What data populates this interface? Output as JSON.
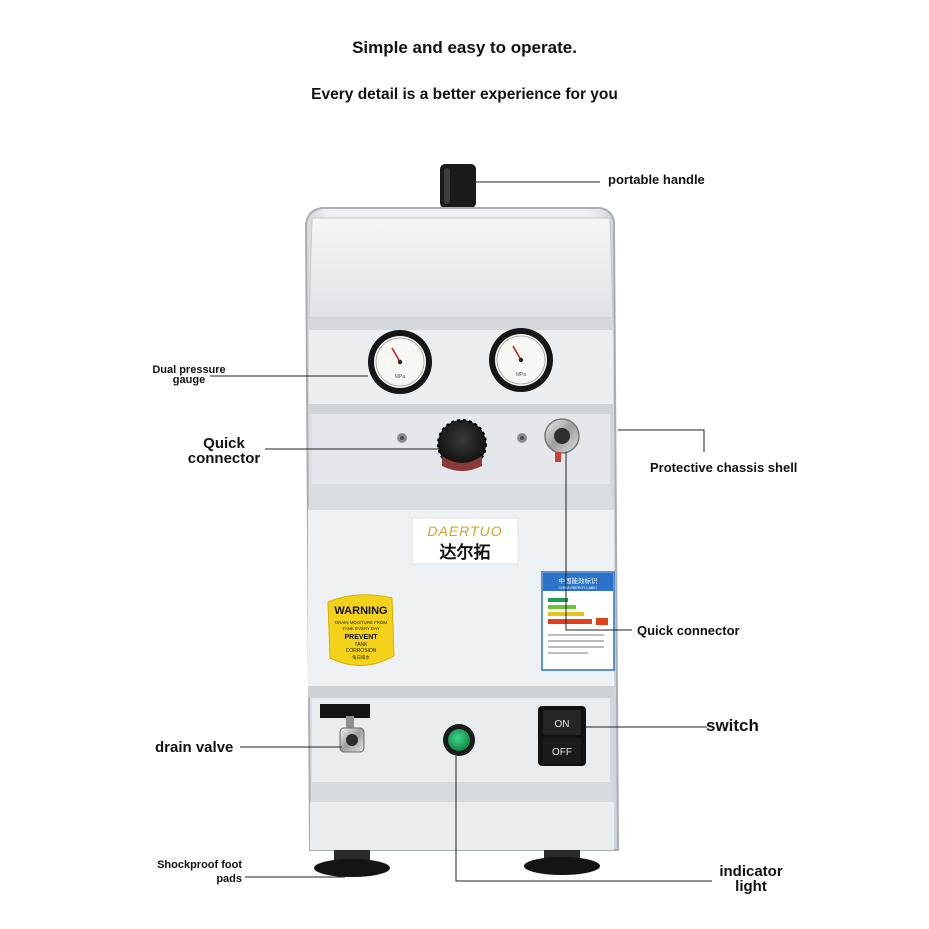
{
  "heading": {
    "line1": "Simple and easy to operate.",
    "line2": "Every detail is a better experience for you"
  },
  "callouts": {
    "portable_handle": "portable handle",
    "dual_pressure_1": "Dual pressure",
    "dual_pressure_2": "gauge",
    "quick_connector_left_1": "Quick",
    "quick_connector_left_2": "connector",
    "protective_shell": "Protective chassis shell",
    "quick_connector_right": "Quick connector",
    "switch": "switch",
    "drain_valve": "drain valve",
    "shockproof_1": "Shockproof foot",
    "shockproof_2": "pads",
    "indicator_1": "indicator",
    "indicator_2": "light"
  },
  "device": {
    "brand_latin": "DAERTUO",
    "brand_cn": "达尔拓",
    "warning_title": "WARNING",
    "warning_line1": "DRAIN MOISTURE FROM",
    "warning_line2": "TANK EVERY DAY",
    "warning_line3": "PREVENT",
    "warning_line4": "TANK",
    "warning_line5": "CORROSION",
    "warning_line6": "每日排水",
    "energy_label_title": "中国能效标识",
    "energy_label_sub": "CHINA ENERGY LABEL",
    "switch_on": "ON",
    "switch_off": "OFF"
  },
  "colors": {
    "body": "#e9ecef",
    "panel_shadow": "#c9cdd2",
    "indicator": "#18a85a",
    "warning": "#f4d21a",
    "energy_label_blue": "#2a73c9"
  }
}
